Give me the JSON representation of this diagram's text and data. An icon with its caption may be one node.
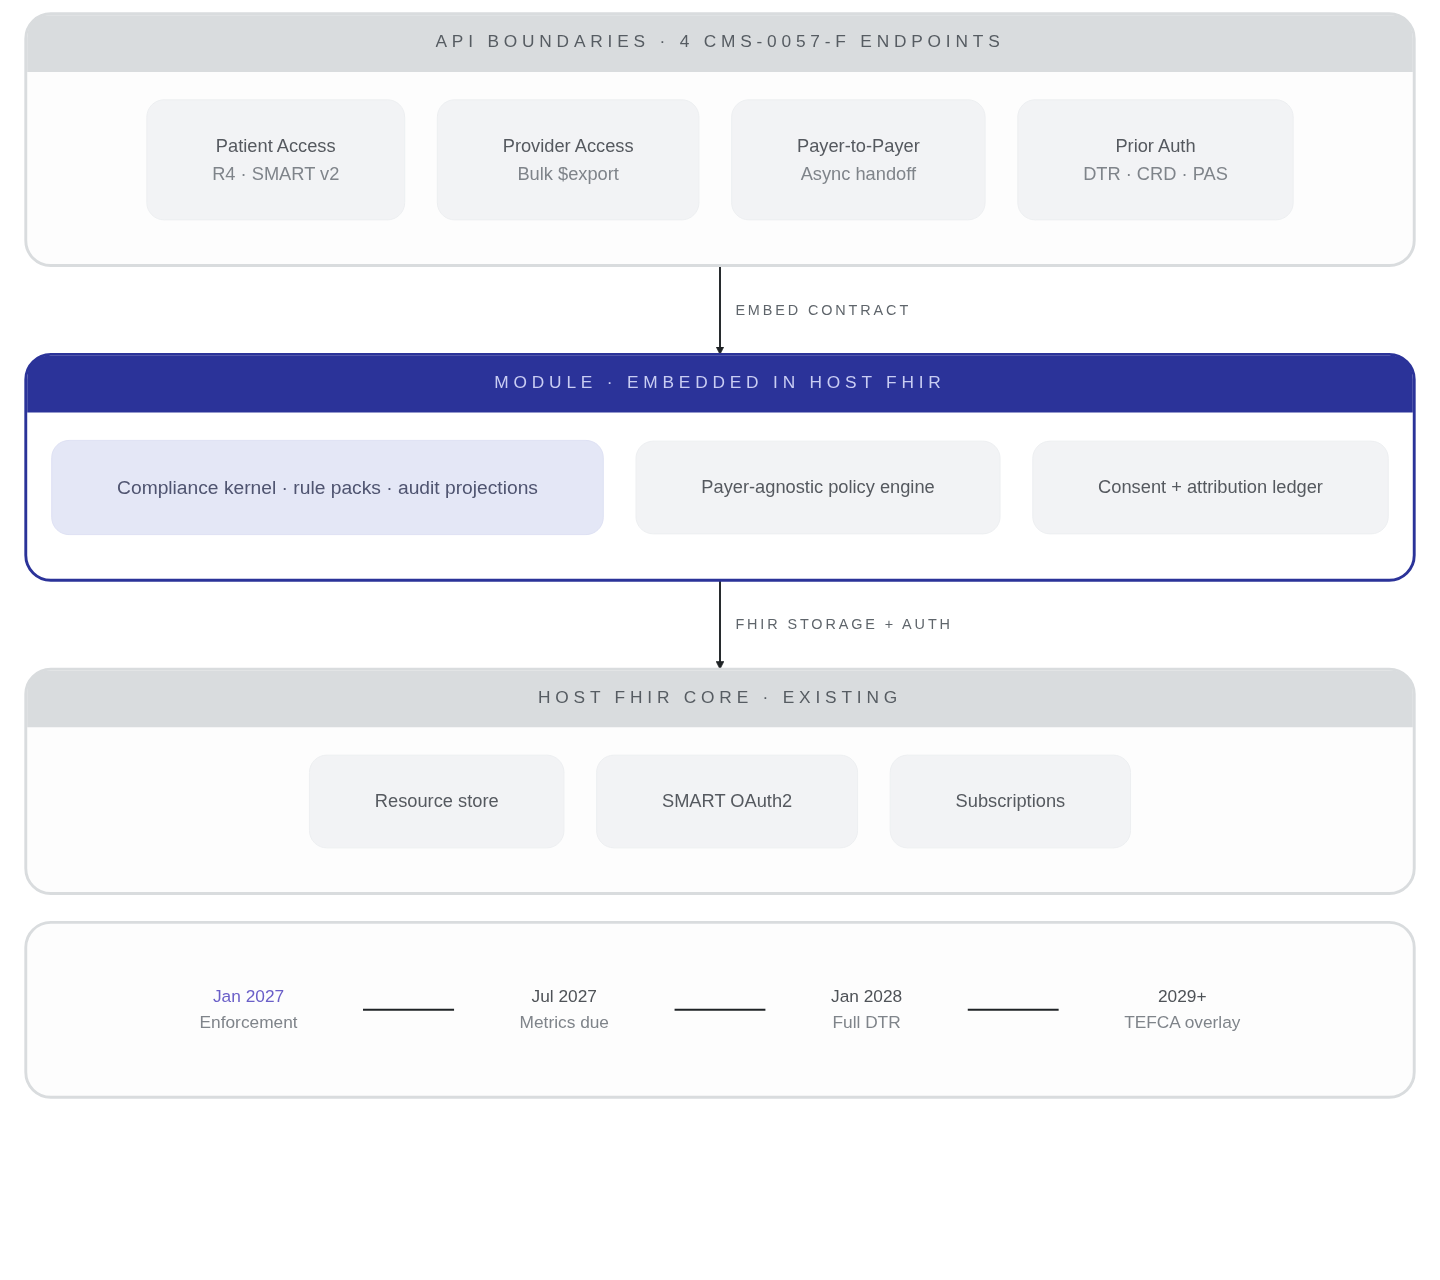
{
  "diagram": {
    "nodes": [
      {
        "text": [
          "API BOUNDARIES · 4 CMS-0057-F ENDPOINTS"
        ]
      },
      {
        "text": [
          "Patient Access",
          "R4 · SMART v2"
        ],
        "in": 0
      },
      {
        "text": [
          "Provider Access",
          "Bulk $export"
        ],
        "in": 0
      },
      {
        "text": [
          "Payer-to-Payer",
          "Async handoff"
        ],
        "in": 0
      },
      {
        "text": [
          "Prior Auth",
          "DTR · CRD · PAS"
        ],
        "in": 0
      },
      {
        "text": [
          "MODULE · EMBEDDED IN HOST FHIR"
        ]
      },
      {
        "text": [
          "Compliance kernel · rule packs · audit projections"
        ],
        "in": 5
      },
      {
        "text": [
          "Payer-agnostic policy engine"
        ],
        "in": 5
      },
      {
        "text": [
          "Consent + attribution ledger"
        ],
        "in": 5
      },
      {
        "text": [
          "HOST FHIR CORE · EXISTING"
        ]
      },
      {
        "text": [
          "Resource store"
        ],
        "in": 9
      },
      {
        "text": [
          "SMART OAuth2"
        ],
        "in": 9
      },
      {
        "text": [
          "Subscriptions"
        ],
        "in": 9
      },
      {
        "text": [],
        "shape": "box"
      },
      {
        "text": [
          "Jan 2027",
          "Enforcement"
        ],
        "in": 13
      },
      {
        "text": [
          "Jul 2027",
          "Metrics due"
        ],
        "in": 13
      },
      {
        "text": [
          "Jan 2028",
          "Full DTR"
        ],
        "in": 13
      },
      {
        "text": [
          "2029+",
          "TEFCA overlay"
        ],
        "in": 13
      }
    ],
    "edges": [
      {
        "from": 0,
        "to": 5,
        "arrow": "to",
        "label": "EMBED CONTRACT"
      },
      {
        "from": 5,
        "to": 9,
        "arrow": "to",
        "label": "FHIR STORAGE + AUTH"
      },
      {
        "from": 14,
        "to": 15,
        "arrow": "none"
      },
      {
        "from": 15,
        "to": 16,
        "arrow": "none"
      },
      {
        "from": 16,
        "to": 17,
        "arrow": "none"
      }
    ]
  }
}
